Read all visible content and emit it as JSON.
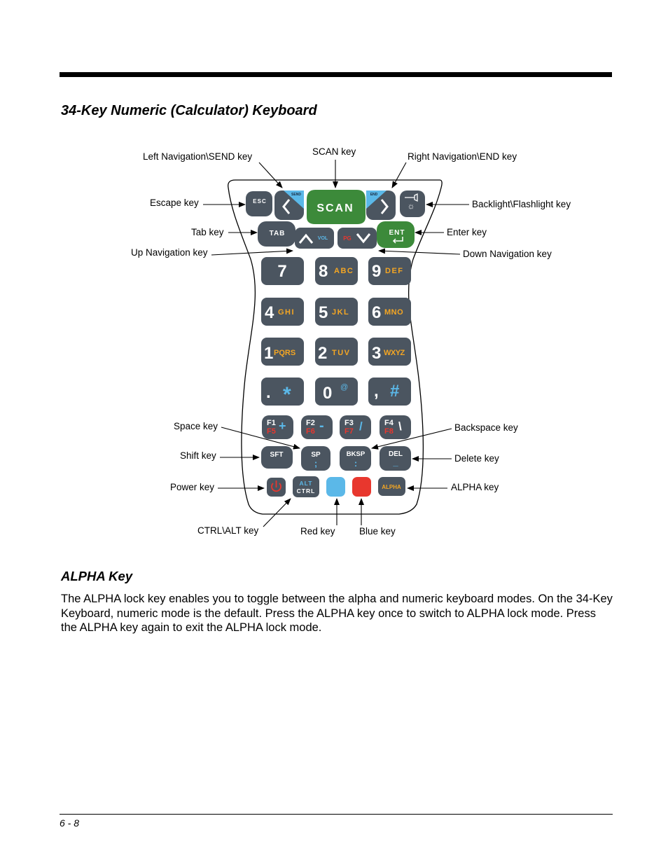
{
  "page": {
    "title": "34-Key Numeric (Calculator) Keyboard",
    "subtitle": "ALPHA Key",
    "body": "The ALPHA lock key enables you to toggle between the alpha and numeric keyboard modes. On the 34-Key Keyboard, numeric mode is the default. Press the ALPHA key once to switch to ALPHA lock mode. Press the ALPHA key again to exit the ALPHA lock mode.",
    "page_number": "6 - 8"
  },
  "callouts": {
    "left_nav": "Left Navigation\\SEND key",
    "scan": "SCAN key",
    "right_nav": "Right Navigation\\END key",
    "escape": "Escape key",
    "backlight": "Backlight\\Flashlight key",
    "tab": "Tab key",
    "enter": "Enter key",
    "up_nav": "Up Navigation key",
    "down_nav": "Down Navigation key",
    "space": "Space key",
    "backspace": "Backspace key",
    "shift": "Shift key",
    "delete": "Delete key",
    "power": "Power key",
    "alpha": "ALPHA key",
    "ctrl_alt": "CTRL\\ALT key",
    "red": "Red key",
    "blue": "Blue key"
  },
  "keys": {
    "esc": "ESC",
    "send": "SEND",
    "scan": "SCAN",
    "end": "END",
    "tab": "TAB",
    "vol": "VOL",
    "pg": "PG",
    "ent": "ENT",
    "k7": "7",
    "k8": "8",
    "k8_letters": "ABC",
    "k9": "9",
    "k9_letters": "DEF",
    "k4": "4",
    "k4_letters": "GHI",
    "k5": "5",
    "k5_letters": "JKL",
    "k6": "6",
    "k6_letters": "MNO",
    "k1": "1",
    "k1_letters": "PQRS",
    "k2": "2",
    "k2_letters": "TUV",
    "k3": "3",
    "k3_letters": "WXYZ",
    "dot": ".",
    "star": "*",
    "k0": "0",
    "at": "@",
    "comma": ",",
    "hash": "#",
    "f1": "F1",
    "f5": "F5",
    "plus": "+",
    "f2": "F2",
    "f6": "F6",
    "minus": "-",
    "f3": "F3",
    "f7": "F7",
    "slash": "/",
    "f4": "F4",
    "f8": "F8",
    "backslash": "\\",
    "sft": "SFT",
    "sp": "SP",
    "semicolon": ";",
    "bksp": "BKSP",
    "colon": ":",
    "del": "DEL",
    "underscore": "_",
    "alt": "ALT",
    "ctrl": "CTRL",
    "alpha": "ALPHA"
  },
  "colors": {
    "key_gray": "#4b5560",
    "scan_green": "#3c8a3a",
    "accent_blue": "#5bb8e8",
    "alpha_orange": "#f4a623",
    "red": "#e8372e"
  }
}
